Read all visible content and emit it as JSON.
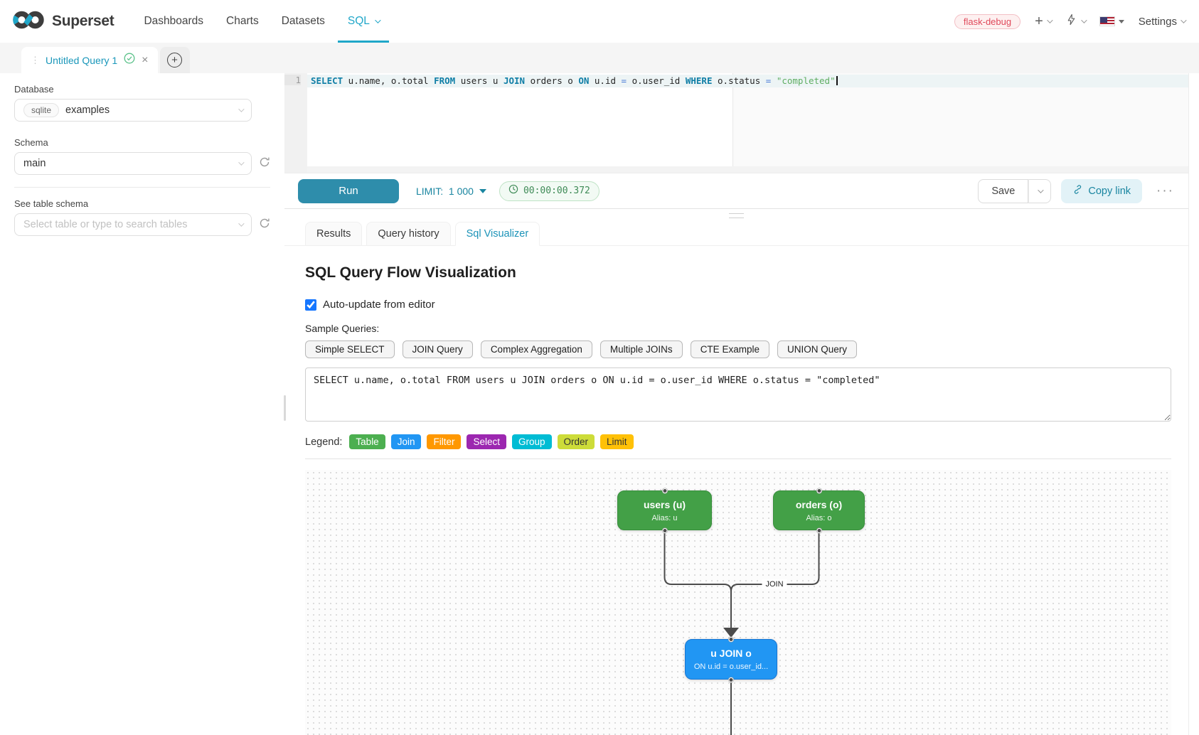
{
  "accent_color": "#20a7c9",
  "navbar": {
    "brand": "Superset",
    "items": [
      {
        "label": "Dashboards",
        "active": false
      },
      {
        "label": "Charts",
        "active": false
      },
      {
        "label": "Datasets",
        "active": false
      },
      {
        "label": "SQL",
        "active": true
      }
    ],
    "environment_tag": "flask-debug",
    "settings_label": "Settings"
  },
  "query_tab_bar": {
    "active_tab_title": "Untitled Query 1"
  },
  "sidebar": {
    "database_label": "Database",
    "database_engine_badge": "sqlite",
    "database_value": "examples",
    "schema_label": "Schema",
    "schema_value": "main",
    "table_schema_label": "See table schema",
    "table_schema_placeholder": "Select table or type to search tables"
  },
  "editor": {
    "line_number": "1",
    "tokens": [
      {
        "text": "SELECT",
        "type": "kw"
      },
      {
        "text": " u.name, o.total ",
        "type": "plain"
      },
      {
        "text": "FROM",
        "type": "kw"
      },
      {
        "text": " users u ",
        "type": "plain"
      },
      {
        "text": "JOIN",
        "type": "kw"
      },
      {
        "text": " orders o ",
        "type": "plain"
      },
      {
        "text": "ON",
        "type": "kw"
      },
      {
        "text": " u.id ",
        "type": "plain"
      },
      {
        "text": "=",
        "type": "op"
      },
      {
        "text": " o.user_id ",
        "type": "plain"
      },
      {
        "text": "WHERE",
        "type": "kw"
      },
      {
        "text": " o.status ",
        "type": "plain"
      },
      {
        "text": "=",
        "type": "op"
      },
      {
        "text": " ",
        "type": "plain"
      },
      {
        "text": "\"completed\"",
        "type": "str"
      }
    ]
  },
  "toolbar": {
    "run_label": "Run",
    "limit_label": "LIMIT:",
    "limit_value": "1 000",
    "elapsed_time": "00:00:00.372",
    "save_label": "Save",
    "copy_link_label": "Copy link",
    "more_label": "···"
  },
  "result_tabs": {
    "items": [
      {
        "label": "Results",
        "active": false
      },
      {
        "label": "Query history",
        "active": false
      },
      {
        "label": "Sql Visualizer",
        "active": true
      }
    ]
  },
  "visualizer": {
    "title": "SQL Query Flow Visualization",
    "auto_update_label": "Auto-update from editor",
    "auto_update_checked": true,
    "sample_queries_label": "Sample Queries:",
    "sample_buttons": [
      "Simple SELECT",
      "JOIN Query",
      "Complex Aggregation",
      "Multiple JOINs",
      "CTE Example",
      "UNION Query"
    ],
    "sql_text": "SELECT u.name, o.total FROM users u JOIN orders o ON u.id = o.user_id WHERE o.status = \"completed\"",
    "legend_label": "Legend:",
    "legend_items": [
      {
        "label": "Table",
        "color": "#4CAF50",
        "text_color": "#ffffff"
      },
      {
        "label": "Join",
        "color": "#2196F3",
        "text_color": "#ffffff"
      },
      {
        "label": "Filter",
        "color": "#FF9800",
        "text_color": "#ffffff"
      },
      {
        "label": "Select",
        "color": "#9C27B0",
        "text_color": "#ffffff"
      },
      {
        "label": "Group",
        "color": "#00BCD4",
        "text_color": "#ffffff"
      },
      {
        "label": "Order",
        "color": "#CDDC39",
        "text_color": "#333333"
      },
      {
        "label": "Limit",
        "color": "#FFC107",
        "text_color": "#333333"
      }
    ],
    "diagram": {
      "edge_label": "JOIN",
      "nodes": {
        "users": {
          "title": "users (u)",
          "subtitle": "Alias: u",
          "color": "#43A047",
          "border": "#388E3C"
        },
        "orders": {
          "title": "orders (o)",
          "subtitle": "Alias: o",
          "color": "#43A047",
          "border": "#388E3C"
        },
        "join": {
          "title": "u JOIN o",
          "subtitle": "ON u.id = o.user_id...",
          "color": "#2196F3",
          "border": "#1976D2"
        }
      }
    }
  }
}
